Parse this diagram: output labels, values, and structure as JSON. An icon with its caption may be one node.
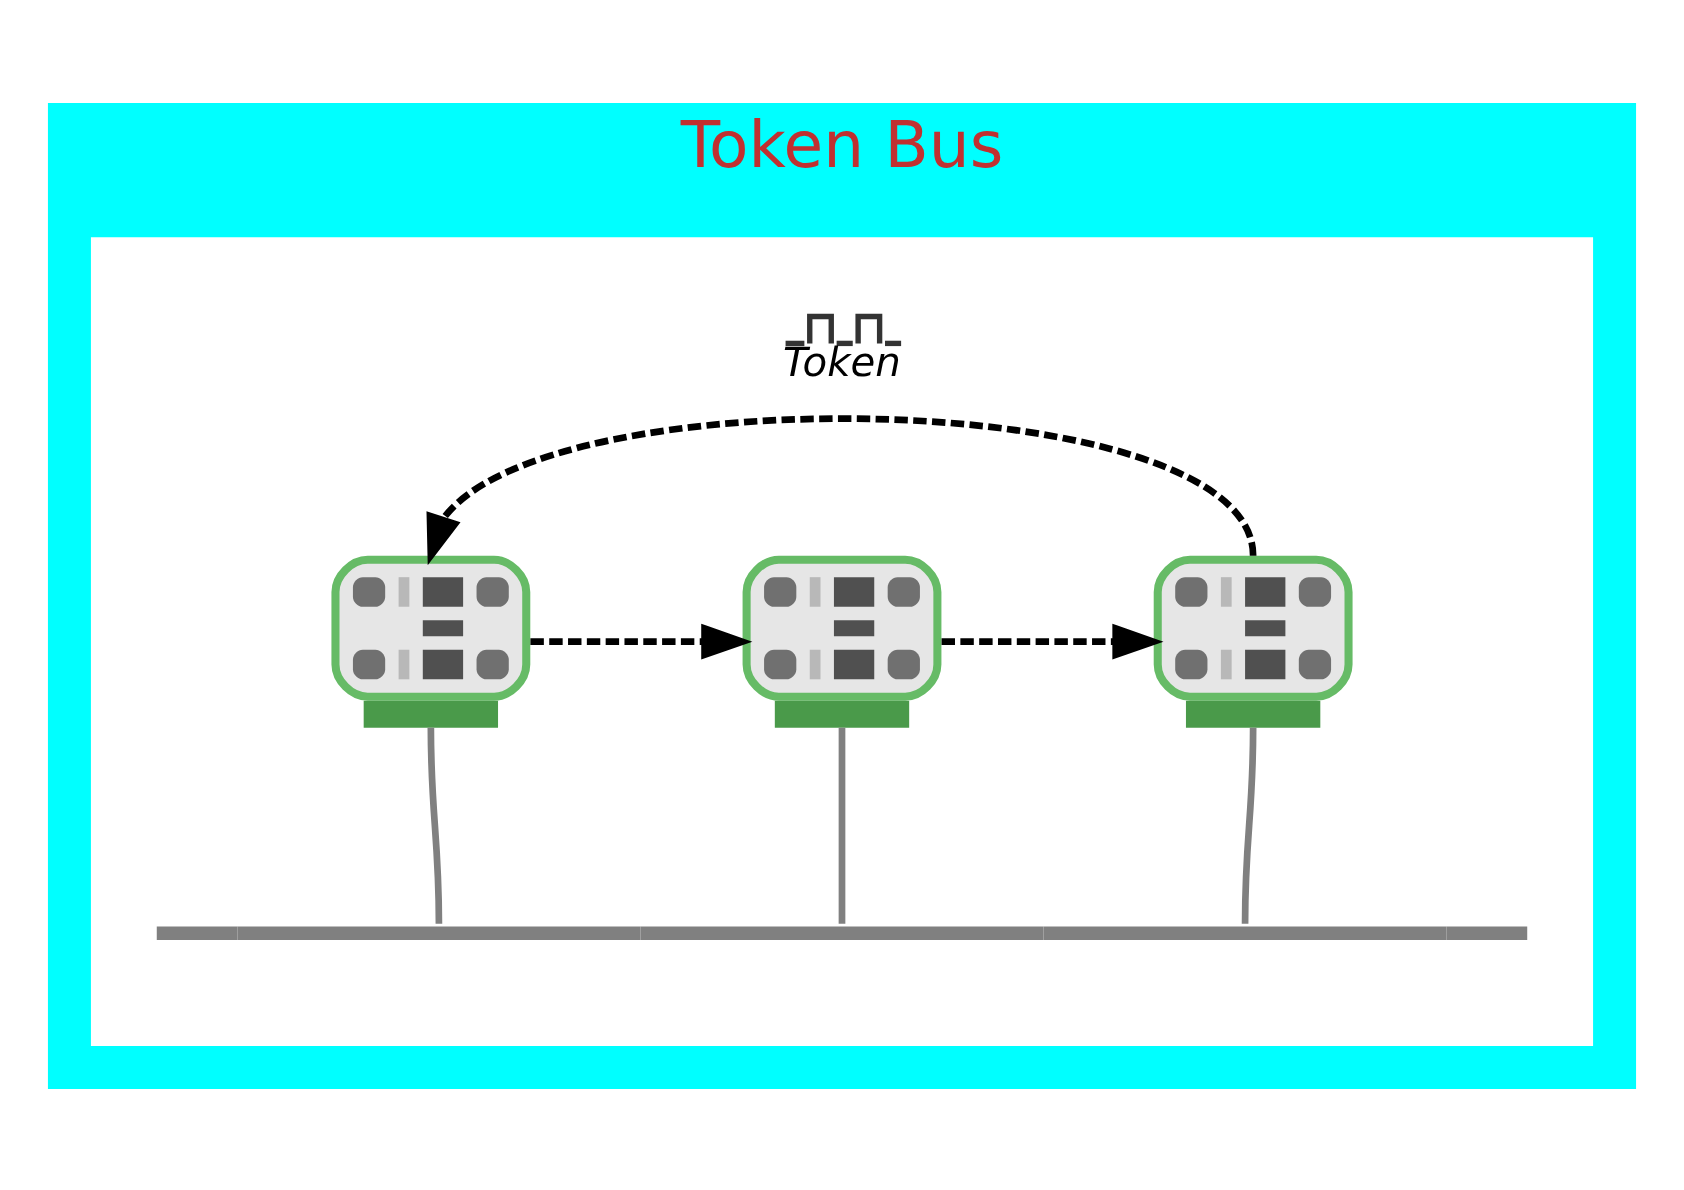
{
  "diagram": {
    "nodes": [
      {
        "text": [
          "Token Bus"
        ]
      },
      {
        "text": [],
        "shape": "box",
        "in": 0
      },
      {
        "text": [],
        "shape": "picture",
        "in": 1
      },
      {
        "text": [],
        "shape": "picture",
        "in": 1
      },
      {
        "text": [],
        "shape": "picture",
        "in": 1
      },
      {
        "text": [],
        "shape": "bar",
        "in": 1
      }
    ],
    "edges": [
      {
        "from": 2,
        "to": 3,
        "arrow": "to",
        "style": "dashed"
      },
      {
        "from": 3,
        "to": 4,
        "arrow": "to",
        "style": "dashed"
      },
      {
        "from": 4,
        "to": 2,
        "arrow": "to",
        "style": "dashed"
      },
      {
        "from": 2,
        "to": 5,
        "arrow": "none",
        "color": "#808080"
      },
      {
        "from": 3,
        "to": 5,
        "arrow": "none",
        "color": "#808080"
      },
      {
        "from": 4,
        "to": 5,
        "arrow": "none",
        "color": "#808080"
      }
    ],
    "labels": [
      "Token"
    ]
  }
}
